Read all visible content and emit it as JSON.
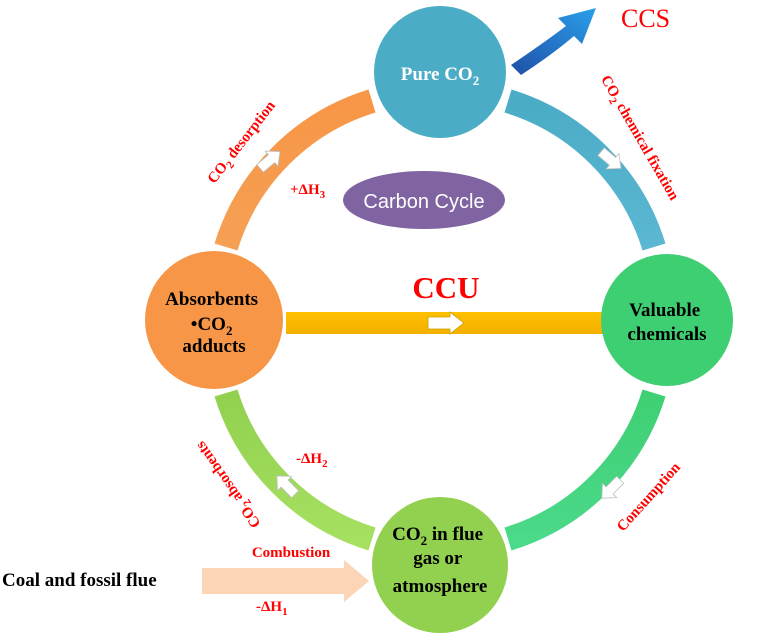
{
  "nodes": {
    "pure_co2": {
      "line1_main": "Pure CO",
      "line1_sub": "2"
    },
    "valuable": {
      "line1": "Valuable",
      "line2": "chemicals"
    },
    "flue": {
      "line1_main": "CO",
      "line1_sub": "2",
      "line1_rest": " in flue",
      "line2": "gas or",
      "line3": "atmosphere"
    },
    "absorbents": {
      "line1": "Absorbents",
      "line2_main": "•CO",
      "line2_sub": "2",
      "line3": "adducts"
    }
  },
  "center": {
    "carbon_cycle": "Carbon Cycle",
    "ccu": "CCU"
  },
  "ccs": {
    "label": "CCS"
  },
  "arc_labels": {
    "chem_fix_pre": "CO",
    "chem_fix_sub": "2",
    "chem_fix_post": " chemical fixation",
    "consumption": "Consumption",
    "absorbents_pre": "CO",
    "absorbents_sub": "2",
    "absorbents_post": " absorbents",
    "desorption_pre": "CO",
    "desorption_sub": "2",
    "desorption_post": " desorption"
  },
  "enthalpy": {
    "h3_pre": "+ΔH",
    "h3_sub": "3",
    "h2_pre": "-ΔH",
    "h2_sub": "2",
    "h1_pre": "-ΔH",
    "h1_sub": "1"
  },
  "source": {
    "label": "Coal and fossil flue",
    "combustion": "Combustion"
  },
  "colors": {
    "pure_co2": "#4bacc6",
    "valuable": "#3fcf73",
    "flue": "#92d050",
    "absorbents": "#f79646",
    "carbon_cycle": "#8064a2",
    "ccu_bar": "#ffc000",
    "ccs_arrow": "#1f6fd6",
    "source_arrow": "#fbd5b5",
    "label_red": "#ff0000"
  }
}
